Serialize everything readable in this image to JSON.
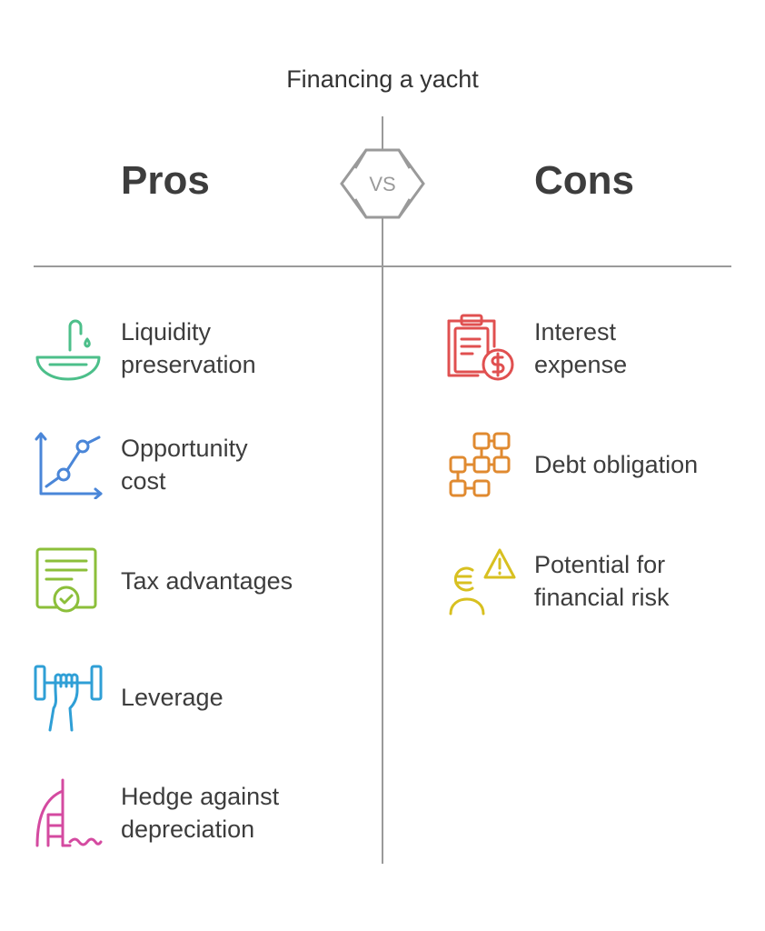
{
  "title": "Financing a yacht",
  "vs_label": "VS",
  "pros": {
    "heading": "Pros",
    "items": [
      {
        "label": "Liquidity\npreservation",
        "icon": "faucet-icon",
        "color": "#4cbf8a"
      },
      {
        "label": "Opportunity\ncost",
        "icon": "line-graph-icon",
        "color": "#4a86d8"
      },
      {
        "label": "Tax advantages",
        "icon": "certificate-icon",
        "color": "#8cbf3a"
      },
      {
        "label": "Leverage",
        "icon": "dumbbell-hand-icon",
        "color": "#2f9fd6"
      },
      {
        "label": "Hedge against\ndepreciation",
        "icon": "sail-tower-icon",
        "color": "#d44aa0"
      }
    ]
  },
  "cons": {
    "heading": "Cons",
    "items": [
      {
        "label": "Interest\nexpense",
        "icon": "invoice-dollar-icon",
        "color": "#e05050"
      },
      {
        "label": "Debt obligation",
        "icon": "block-chain-icon",
        "color": "#e08a30"
      },
      {
        "label": "Potential for\nfinancial risk",
        "icon": "euro-warning-person-icon",
        "color": "#d8c020"
      }
    ]
  }
}
